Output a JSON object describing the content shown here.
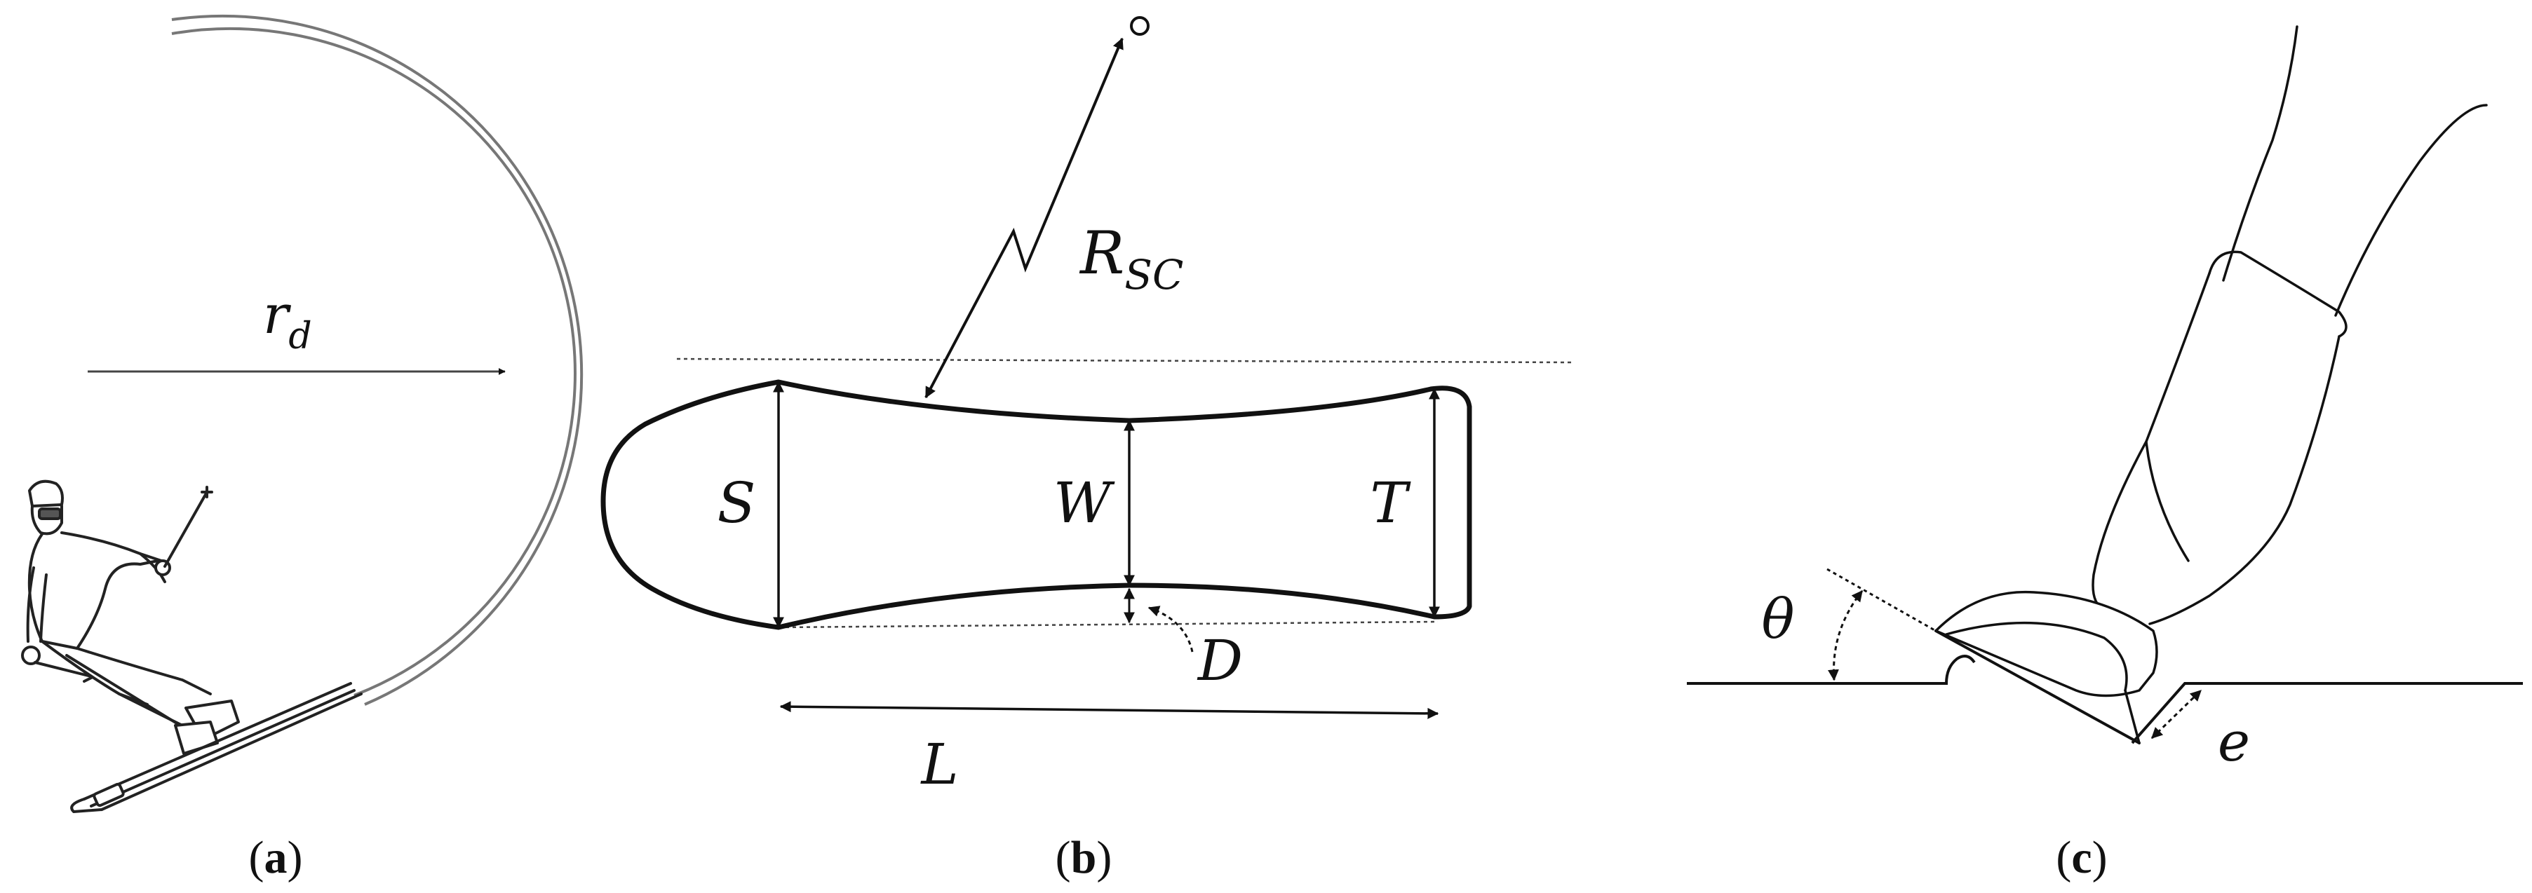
{
  "panel_a": {
    "radius_symbol": "r",
    "radius_subscript": "d",
    "caption_open": "(",
    "caption_letter": "a",
    "caption_close": ")"
  },
  "panel_b": {
    "sidecut_symbol": "R",
    "sidecut_subscript": "SC",
    "shovel_label": "S",
    "waist_label": "W",
    "tail_label": "T",
    "depth_label": "D",
    "length_label": "L",
    "caption_open": "(",
    "caption_letter": "b",
    "caption_close": ")"
  },
  "panel_c": {
    "angle_label": "θ",
    "edge_label": "e",
    "caption_open": "(",
    "caption_letter": "c",
    "caption_close": ")"
  }
}
